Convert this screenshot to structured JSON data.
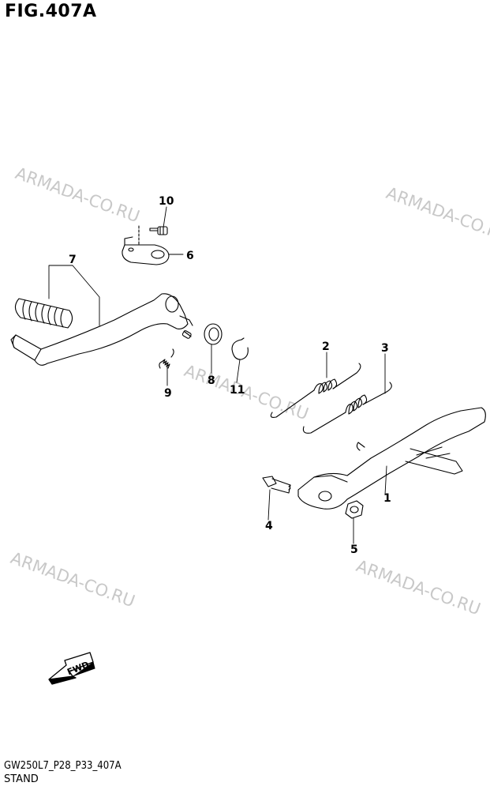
{
  "figure": {
    "title": "FIG.407A"
  },
  "footer": {
    "code": "GW250L7_P28_P33_407A",
    "name": "STAND"
  },
  "watermark": {
    "text": "ARMADA-CO.RU"
  },
  "fwd_label": "FWD",
  "callouts": [
    "1",
    "2",
    "3",
    "4",
    "5",
    "6",
    "7",
    "8",
    "9",
    "10",
    "11"
  ],
  "colors": {
    "line": "#000000",
    "watermark": "#c8c8c8"
  }
}
